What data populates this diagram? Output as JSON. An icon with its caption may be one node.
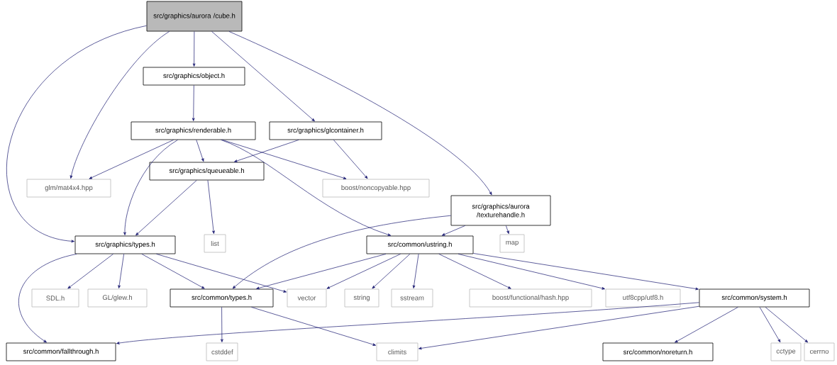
{
  "diagram": {
    "nodes": [
      {
        "text": [
          "src/graphics/aurora /cube.h"
        ]
      },
      {
        "text": [
          "src/graphics/object.h"
        ]
      },
      {
        "text": [
          "src/graphics/renderable.h"
        ]
      },
      {
        "text": [
          "src/graphics/glcontainer.h"
        ]
      },
      {
        "text": [
          "glm/mat4x4.hpp"
        ]
      },
      {
        "text": [
          "src/graphics/queueable.h"
        ]
      },
      {
        "text": [
          "boost/noncopyable.hpp"
        ]
      },
      {
        "text": [
          "src/graphics/aurora /texturehandle.h"
        ]
      },
      {
        "text": [
          "list"
        ]
      },
      {
        "text": [
          "map"
        ]
      },
      {
        "text": [
          "src/graphics/types.h"
        ]
      },
      {
        "text": [
          "src/common/ustring.h"
        ]
      },
      {
        "text": [
          "SDL.h"
        ]
      },
      {
        "text": [
          "GL/glew.h"
        ]
      },
      {
        "text": [
          "src/common/types.h"
        ]
      },
      {
        "text": [
          "vector"
        ]
      },
      {
        "text": [
          "string"
        ]
      },
      {
        "text": [
          "sstream"
        ]
      },
      {
        "text": [
          "boost/functional/hash.hpp"
        ]
      },
      {
        "text": [
          "utf8cpp/utf8.h"
        ]
      },
      {
        "text": [
          "src/common/system.h"
        ]
      },
      {
        "text": [
          "src/common/fallthrough.h"
        ]
      },
      {
        "text": [
          "cstddef"
        ]
      },
      {
        "text": [
          "climits"
        ]
      },
      {
        "text": [
          "src/common/noreturn.h"
        ]
      },
      {
        "text": [
          "cctype"
        ]
      },
      {
        "text": [
          "cerrno"
        ]
      }
    ],
    "edges": [
      {
        "from": 0,
        "to": 10,
        "arrow": "to"
      },
      {
        "from": 0,
        "to": 4,
        "arrow": "to"
      },
      {
        "from": 0,
        "to": 1,
        "arrow": "to"
      },
      {
        "from": 0,
        "to": 3,
        "arrow": "to"
      },
      {
        "from": 0,
        "to": 7,
        "arrow": "to"
      },
      {
        "from": 1,
        "to": 2,
        "arrow": "to"
      },
      {
        "from": 2,
        "to": 4,
        "arrow": "to"
      },
      {
        "from": 2,
        "to": 5,
        "arrow": "to"
      },
      {
        "from": 2,
        "to": 10,
        "arrow": "to"
      },
      {
        "from": 2,
        "to": 6,
        "arrow": "to"
      },
      {
        "from": 2,
        "to": 11,
        "arrow": "to"
      },
      {
        "from": 3,
        "to": 5,
        "arrow": "to"
      },
      {
        "from": 3,
        "to": 6,
        "arrow": "to"
      },
      {
        "from": 5,
        "to": 10,
        "arrow": "to"
      },
      {
        "from": 5,
        "to": 8,
        "arrow": "to"
      },
      {
        "from": 7,
        "to": 14,
        "arrow": "to"
      },
      {
        "from": 7,
        "to": 11,
        "arrow": "to"
      },
      {
        "from": 7,
        "to": 9,
        "arrow": "to"
      },
      {
        "from": 10,
        "to": 21,
        "arrow": "to"
      },
      {
        "from": 10,
        "to": 12,
        "arrow": "to"
      },
      {
        "from": 10,
        "to": 13,
        "arrow": "to"
      },
      {
        "from": 10,
        "to": 14,
        "arrow": "to"
      },
      {
        "from": 10,
        "to": 15,
        "arrow": "to"
      },
      {
        "from": 11,
        "to": 14,
        "arrow": "to"
      },
      {
        "from": 11,
        "to": 15,
        "arrow": "to"
      },
      {
        "from": 11,
        "to": 16,
        "arrow": "to"
      },
      {
        "from": 11,
        "to": 17,
        "arrow": "to"
      },
      {
        "from": 11,
        "to": 18,
        "arrow": "to"
      },
      {
        "from": 11,
        "to": 19,
        "arrow": "to"
      },
      {
        "from": 11,
        "to": 20,
        "arrow": "to"
      },
      {
        "from": 14,
        "to": 22,
        "arrow": "to"
      },
      {
        "from": 14,
        "to": 23,
        "arrow": "to"
      },
      {
        "from": 20,
        "to": 21,
        "arrow": "to"
      },
      {
        "from": 20,
        "to": 23,
        "arrow": "to"
      },
      {
        "from": 20,
        "to": 24,
        "arrow": "to"
      },
      {
        "from": 20,
        "to": 25,
        "arrow": "to"
      },
      {
        "from": 20,
        "to": 26,
        "arrow": "to"
      }
    ]
  }
}
